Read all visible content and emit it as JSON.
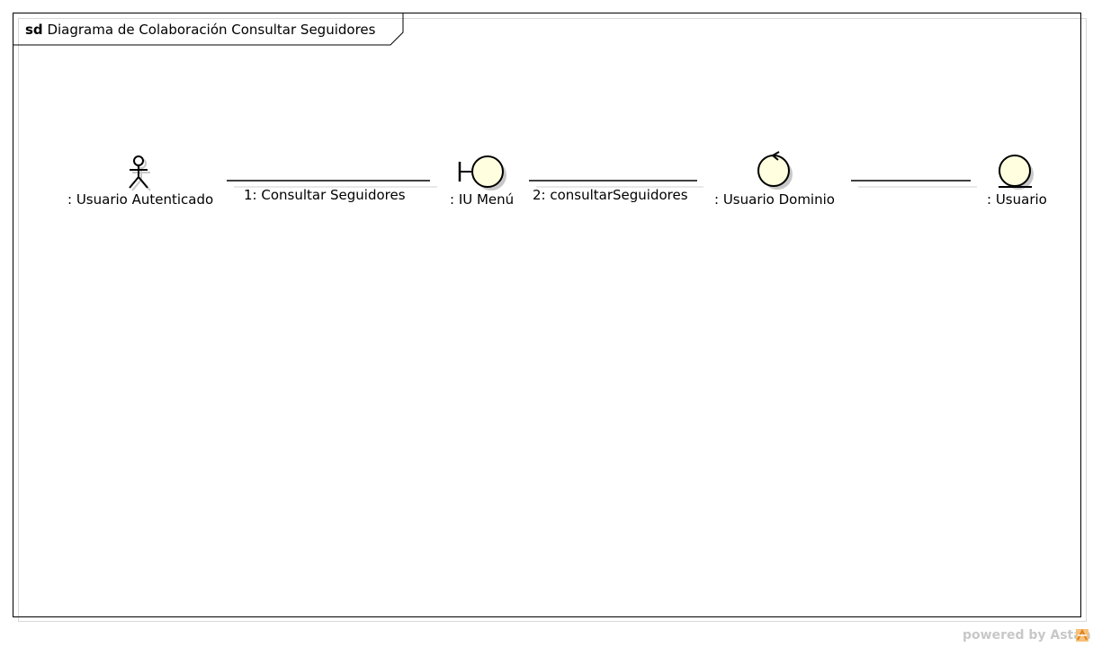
{
  "frame": {
    "keyword": "sd",
    "title": "Diagrama de Colaboración Consultar Seguidores"
  },
  "participants": [
    {
      "id": "actor",
      "kind": "actor",
      "label": ": Usuario Autenticado"
    },
    {
      "id": "boundary",
      "kind": "boundary",
      "label": ": IU Menú"
    },
    {
      "id": "control",
      "kind": "control",
      "label": ": Usuario Dominio"
    },
    {
      "id": "entity",
      "kind": "entity",
      "label": ": Usuario"
    }
  ],
  "links": [
    {
      "from": "actor",
      "to": "boundary",
      "message": "1: Consultar Seguidores"
    },
    {
      "from": "boundary",
      "to": "control",
      "message": "2: consultarSeguidores"
    },
    {
      "from": "control",
      "to": "entity",
      "message": ""
    }
  ],
  "colors": {
    "fill": "#ffffe0",
    "stroke": "#000000",
    "shadow": "#c8c8c8",
    "watermark": "#c8c8c8",
    "logo": "#f0a040"
  },
  "watermark": "powered by Astah"
}
